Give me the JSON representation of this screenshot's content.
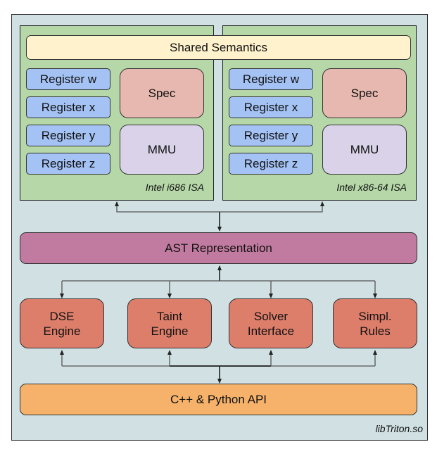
{
  "diagram": {
    "container_label": "libTriton.so",
    "shared_semantics": "Shared Semantics",
    "isa_blocks": [
      {
        "label": "Intel i686 ISA",
        "registers": [
          "Register w",
          "Register x",
          "Register y",
          "Register z"
        ],
        "spec": "Spec",
        "mmu": "MMU"
      },
      {
        "label": "Intel x86-64 ISA",
        "registers": [
          "Register w",
          "Register x",
          "Register y",
          "Register z"
        ],
        "spec": "Spec",
        "mmu": "MMU"
      }
    ],
    "ast": "AST Representation",
    "engines": [
      {
        "line1": "DSE",
        "line2": "Engine"
      },
      {
        "line1": "Taint",
        "line2": "Engine"
      },
      {
        "line1": "Solver",
        "line2": "Interface"
      },
      {
        "line1": "Simpl.",
        "line2": "Rules"
      }
    ],
    "api": "C++ & Python API",
    "colors": {
      "container": "#d0e0e3",
      "isa": "#b6d7a8",
      "shared": "#fff2cc",
      "register": "#a4c2f4",
      "spec": "#e6b8af",
      "mmu": "#d9d2e9",
      "ast": "#c27ba0",
      "engine": "#dd7e6b",
      "api": "#f6b26b"
    }
  }
}
